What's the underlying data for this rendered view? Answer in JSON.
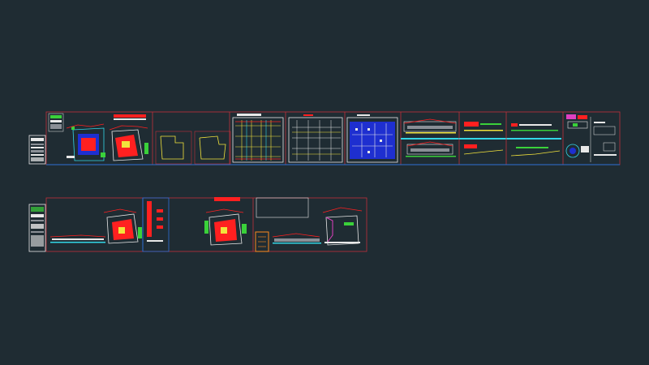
{
  "viewport": {
    "background": "#1f2c33"
  },
  "palette": {
    "frame": "#c0303a",
    "white": "#e8e8e8",
    "red": "#ff2020",
    "yellow": "#f2e33c",
    "blue": "#1e2fd0",
    "cyan": "#33d6e6",
    "green": "#3ad13a",
    "magenta": "#e040c0",
    "orange": "#ff8a1e",
    "gray": "#8a8f96"
  },
  "sheets": {
    "row1": [
      "title-block-sheet",
      "site-plan-sheet-1",
      "outline-plan-sheet",
      "structural-grid-sheet-1",
      "structural-grid-sheet-2",
      "parking-layout-sheet",
      "elevation-sheet-1",
      "section-sheet-1",
      "section-sheet-2",
      "detail-sheet"
    ],
    "row2": [
      "title-block-sheet-2",
      "site-plan-sheet-2",
      "legend-strip-sheet",
      "site-plan-sheet-3",
      "elevation-sheet-2"
    ]
  }
}
